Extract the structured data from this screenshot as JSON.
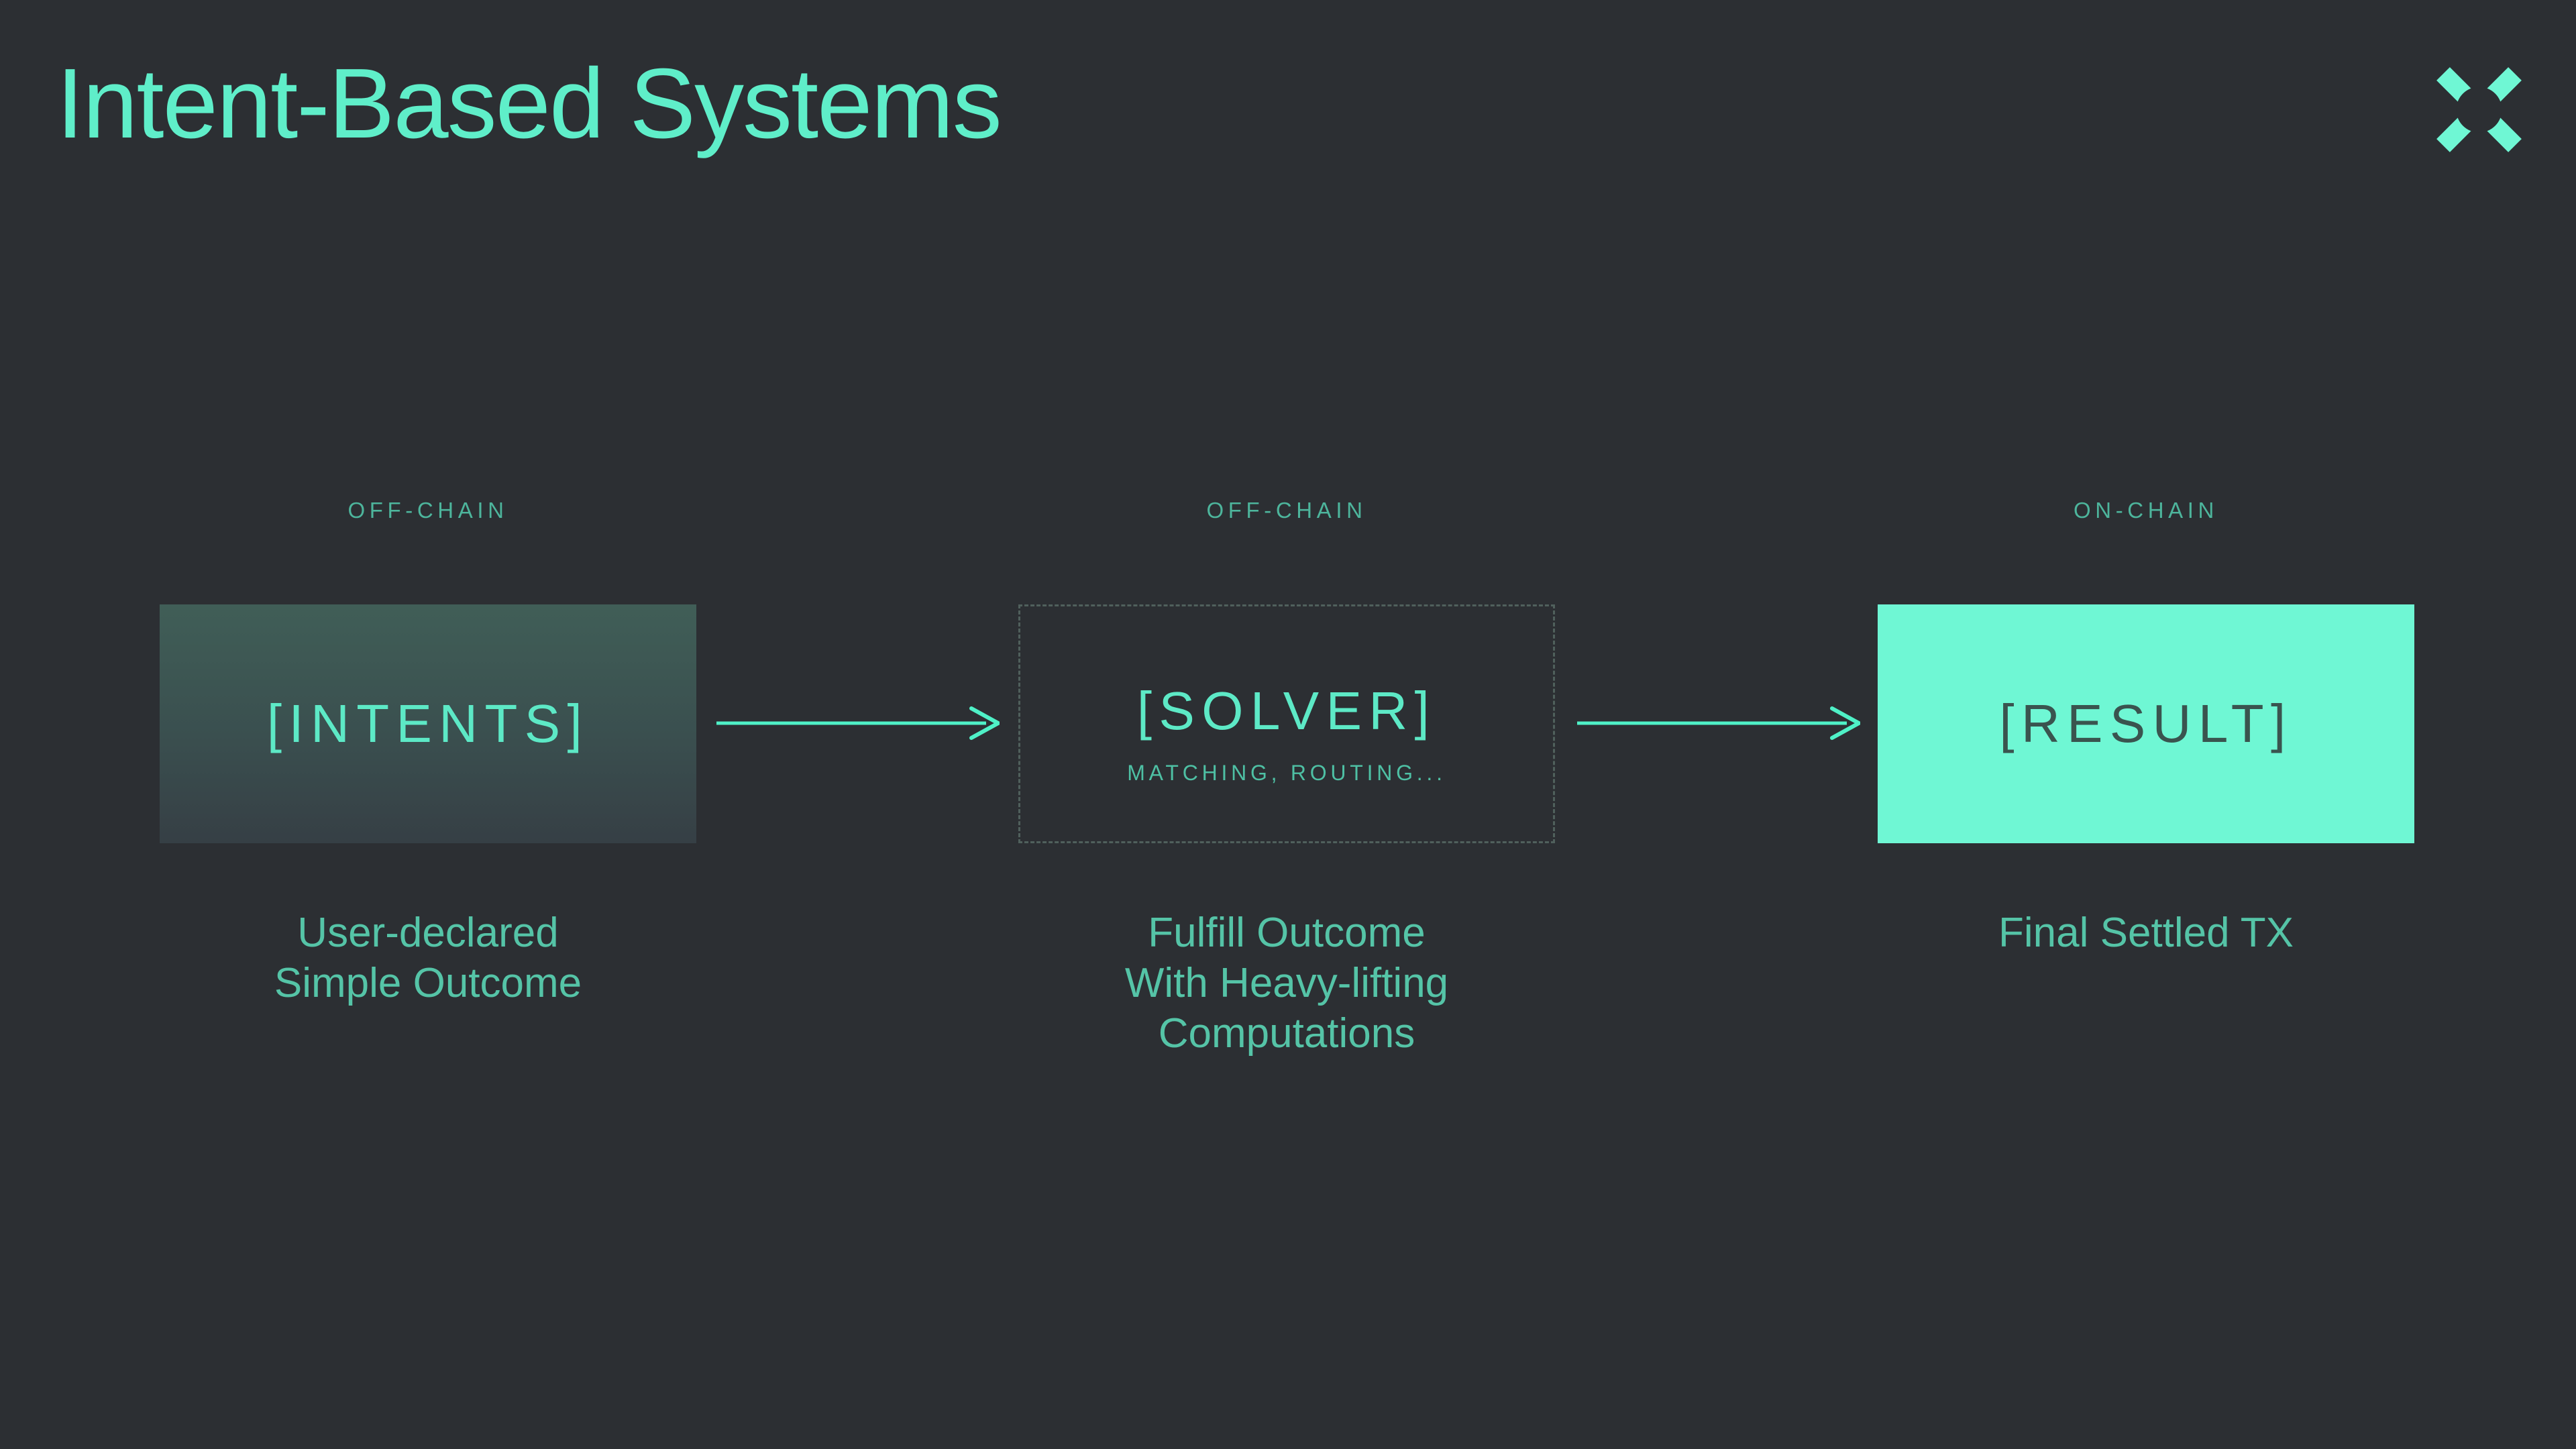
{
  "header": {
    "title": "Intent-Based Systems",
    "logo": "x-mark-logo"
  },
  "colors": {
    "background": "#2C2F33",
    "accent_mint": "#6FF7D4",
    "title_mint": "#5FEEC9",
    "box_label_mint": "#5DE9C6",
    "caption_teal": "#55C4A7",
    "chain_label_teal": "#4DB59C",
    "arrow_mint": "#4FF1C7",
    "dashed_border": "#50605C",
    "result_text_dark": "#3A544F"
  },
  "flow": {
    "stages": [
      {
        "chain_label": "OFF-CHAIN",
        "box_label": "[INTENTS]",
        "caption": "User-declared\nSimple Outcome"
      },
      {
        "chain_label": "OFF-CHAIN",
        "box_label": "[SOLVER]",
        "box_sublabel": "MATCHING, ROUTING...",
        "caption": "Fulfill Outcome\nWith Heavy-lifting\nComputations"
      },
      {
        "chain_label": "ON-CHAIN",
        "box_label": "[RESULT]",
        "caption": "Final Settled TX"
      }
    ]
  }
}
